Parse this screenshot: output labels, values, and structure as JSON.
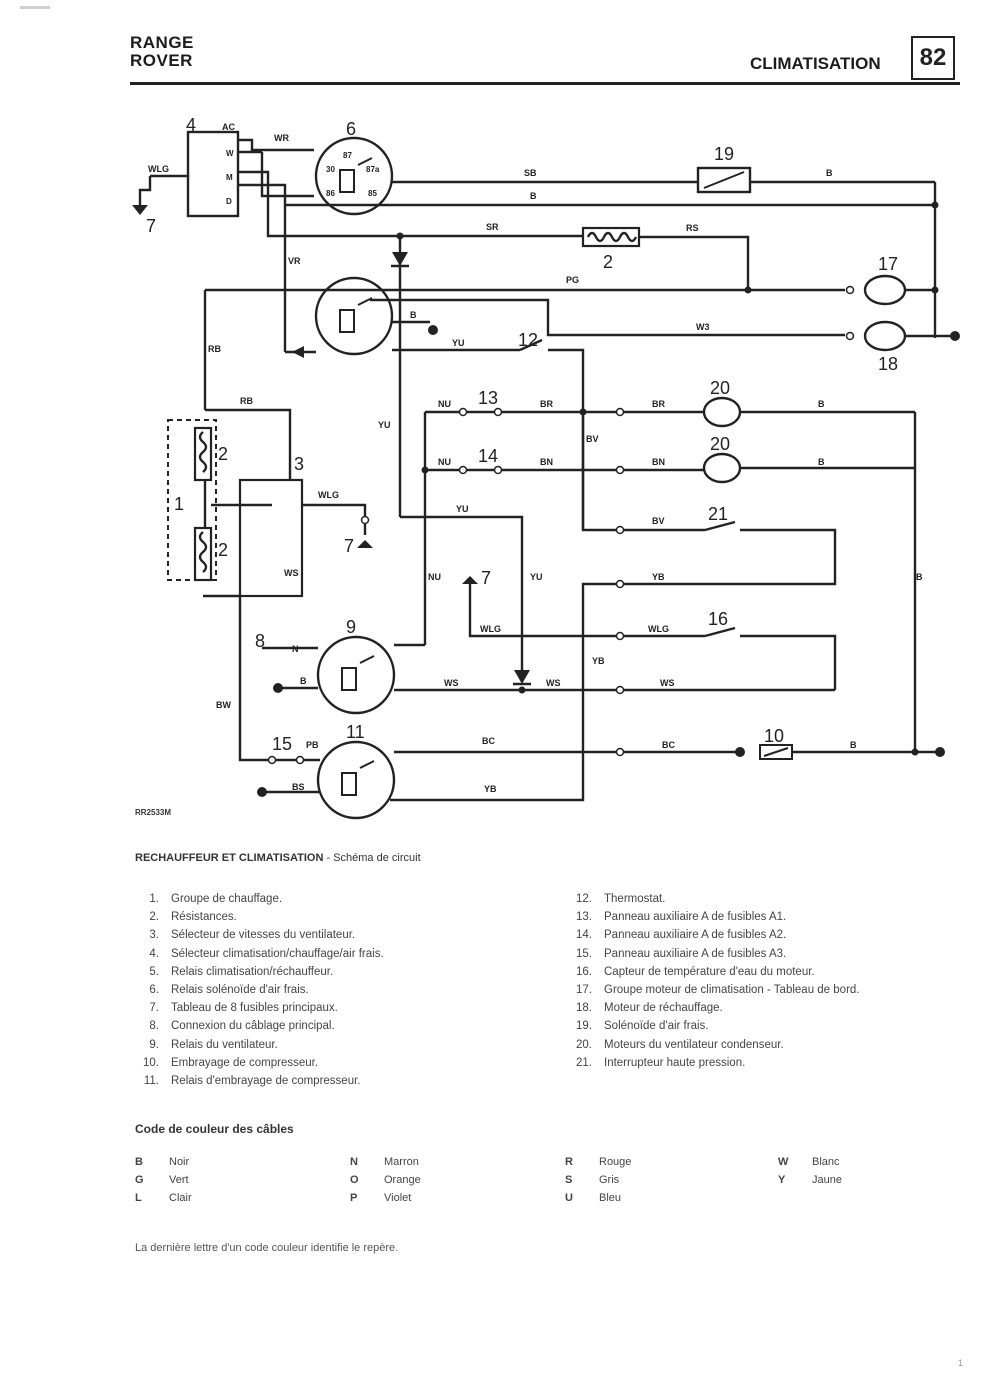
{
  "header": {
    "brand_line1": "RANGE",
    "brand_line2": "ROVER",
    "section": "CLIMATISATION",
    "page_number": "82"
  },
  "figure_ref": "RR2533M",
  "diagram": {
    "numbers": {
      "n1": "1",
      "n2a": "2",
      "n2b": "2",
      "n2c": "2",
      "n3": "3",
      "n4": "4",
      "n6": "6",
      "n7a": "7",
      "n7b": "7",
      "n7c": "7",
      "n8": "8",
      "n9": "9",
      "n10": "10",
      "n11": "11",
      "n12": "12",
      "n13": "13",
      "n14": "14",
      "n15": "15",
      "n16": "16",
      "n17": "17",
      "n18": "18",
      "n19": "19",
      "n20a": "20",
      "n20b": "20",
      "n21": "21"
    },
    "wire_codes": {
      "wlg_top": "WLG",
      "wr": "WR",
      "ac": "AC",
      "sb_top": "SB",
      "b_top": "B",
      "b_r19": "B",
      "sr": "SR",
      "rs": "RS",
      "vr": "VR",
      "pg": "PG",
      "b_mid": "B",
      "yu_a": "YU",
      "w3": "W3",
      "rb": "RB",
      "rb2": "RB",
      "yu_v": "YU",
      "nu13": "NU",
      "br13": "BR",
      "br13b": "BR",
      "b20a": "B",
      "bv": "BV",
      "nu14": "NU",
      "bn14": "BN",
      "bn14b": "BN",
      "b20b": "B",
      "wlg_3": "WLG",
      "ws_1": "WS",
      "yu_mid": "YU",
      "bv_21": "BV",
      "yb_a": "YB",
      "nu_v": "NU",
      "yu_v2": "YU",
      "b_right": "B",
      "wlg_16": "WLG",
      "wlg_16b": "WLG",
      "n_9": "N",
      "b_9": "B",
      "ws_a": "WS",
      "ws_b": "WS",
      "ws_c": "WS",
      "yb_b": "YB",
      "bw": "BW",
      "pb": "PB",
      "bc": "BC",
      "bc2": "BC",
      "b_10": "B",
      "bs": "BS",
      "yb_c": "YB"
    },
    "relay_pins": {
      "p85": "85",
      "p86": "86",
      "p87": "87",
      "p30": "30",
      "p87a": "87a",
      "sw_w": "W",
      "sw_m": "M",
      "sw_d": "D"
    }
  },
  "caption": {
    "title": "RECHAUFFEUR ET CLIMATISATION",
    "subtitle": " - Schéma de circuit"
  },
  "legend_left": [
    {
      "n": "1.",
      "text": "Groupe de chauffage."
    },
    {
      "n": "2.",
      "text": "Résistances."
    },
    {
      "n": "3.",
      "text": "Sélecteur de vitesses du ventilateur."
    },
    {
      "n": "4.",
      "text": "Sélecteur climatisation/chauffage/air frais."
    },
    {
      "n": "5.",
      "text": "Relais climatisation/réchauffeur."
    },
    {
      "n": "6.",
      "text": "Relais solénoïde d'air frais."
    },
    {
      "n": "7.",
      "text": "Tableau de 8 fusibles principaux."
    },
    {
      "n": "8.",
      "text": "Connexion du câblage principal."
    },
    {
      "n": "9.",
      "text": "Relais du ventilateur."
    },
    {
      "n": "10.",
      "text": "Embrayage de compresseur."
    },
    {
      "n": "11.",
      "text": "Relais d'embrayage de compresseur."
    }
  ],
  "legend_right": [
    {
      "n": "12.",
      "text": "Thermostat."
    },
    {
      "n": "13.",
      "text": "Panneau auxiliaire A de fusibles A1."
    },
    {
      "n": "14.",
      "text": "Panneau auxiliaire A de fusibles A2."
    },
    {
      "n": "15.",
      "text": "Panneau auxiliaire A de fusibles A3."
    },
    {
      "n": "16.",
      "text": "Capteur de température d'eau du moteur."
    },
    {
      "n": "17.",
      "text": "Groupe moteur de climatisation - Tableau de bord."
    },
    {
      "n": "18.",
      "text": "Moteur de réchauffage."
    },
    {
      "n": "19.",
      "text": "Solénoïde d'air frais."
    },
    {
      "n": "20.",
      "text": "Moteurs du ventilateur condenseur."
    },
    {
      "n": "21.",
      "text": "Interrupteur haute pression."
    }
  ],
  "color_code": {
    "title": "Code de couleur des câbles",
    "items": [
      {
        "letter": "B",
        "name": "Noir"
      },
      {
        "letter": "G",
        "name": "Vert"
      },
      {
        "letter": "L",
        "name": "Clair"
      },
      {
        "letter": "N",
        "name": "Marron"
      },
      {
        "letter": "O",
        "name": "Orange"
      },
      {
        "letter": "P",
        "name": "Violet"
      },
      {
        "letter": "R",
        "name": "Rouge"
      },
      {
        "letter": "S",
        "name": "Gris"
      },
      {
        "letter": "U",
        "name": "Bleu"
      },
      {
        "letter": "W",
        "name": "Blanc"
      },
      {
        "letter": "Y",
        "name": "Jaune"
      }
    ]
  },
  "note": "La dernière lettre d'un code couleur identifie le repère.",
  "page_footer": "1"
}
